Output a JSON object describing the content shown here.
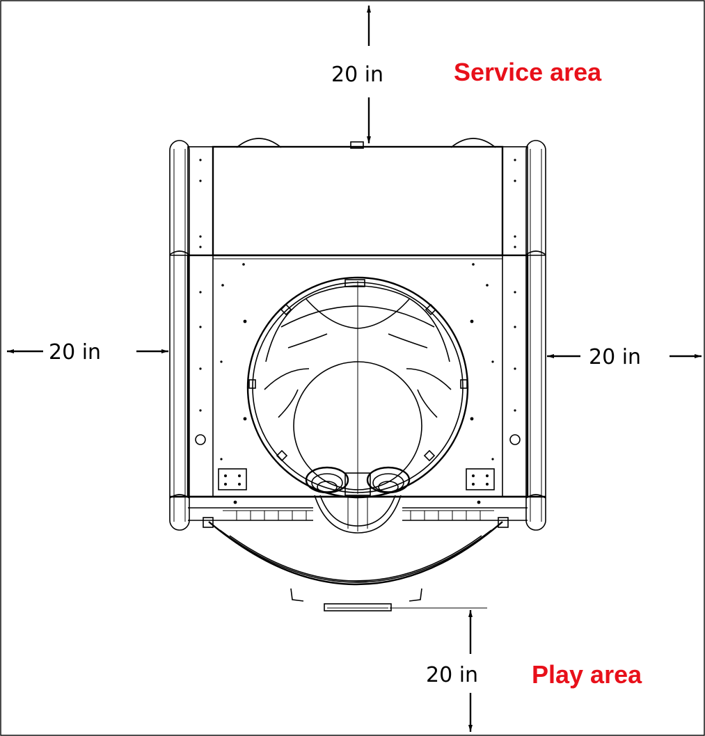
{
  "labels": {
    "service_area": "Service area",
    "play_area": "Play area",
    "dim_top": "20 in",
    "dim_left": "20 in",
    "dim_right": "20 in",
    "dim_bottom": "20 in"
  },
  "colors": {
    "area_label": "#e8101a",
    "line": "#000000",
    "background": "#ffffff"
  }
}
